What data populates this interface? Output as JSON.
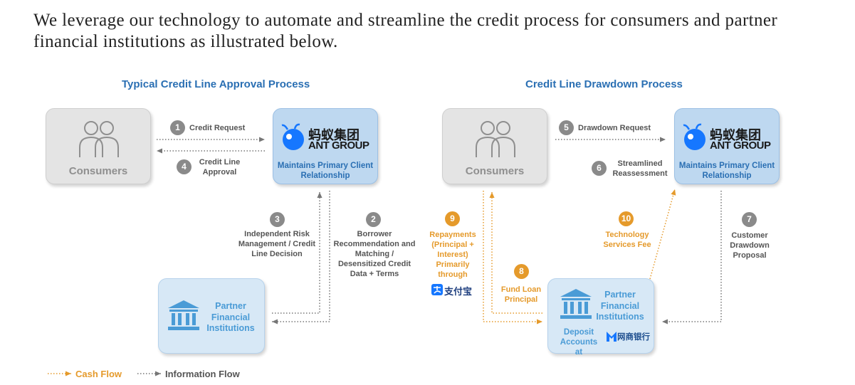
{
  "intro_text": "We leverage our technology to automate and streamline the credit process for consumers and partner financial institutions as illustrated below.",
  "left": {
    "title": "Typical Credit Line Approval Process",
    "consumers_label": "Consumers",
    "ant_cn": "蚂蚁集团",
    "ant_en": "ANT GROUP",
    "ant_sub": "Maintains Primary Client Relationship",
    "partner_label": "Partner Financial Institutions",
    "steps": [
      {
        "num": "1",
        "label": "Credit Request"
      },
      {
        "num": "4",
        "label": "Credit Line Approval"
      },
      {
        "num": "3",
        "label": "Independent Risk Management / Credit Line Decision"
      },
      {
        "num": "2",
        "label": "Borrower Recommendation and Matching / Desensitized Credit Data + Terms"
      }
    ]
  },
  "right": {
    "title": "Credit Line Drawdown Process",
    "consumers_label": "Consumers",
    "ant_cn": "蚂蚁集团",
    "ant_en": "ANT GROUP",
    "ant_sub": "Maintains Primary Client Relationship",
    "partner_label": "Partner Financial Institutions",
    "deposit_label": "Deposit Accounts at",
    "mybank_label": "网商银行",
    "alipay_label": "支付宝",
    "steps": [
      {
        "num": "5",
        "label": "Drawdown Request"
      },
      {
        "num": "6",
        "label": "Streamlined Reassessment"
      },
      {
        "num": "7",
        "label": "Customer Drawdown Proposal"
      },
      {
        "num": "8",
        "label": "Fund Loan Principal"
      },
      {
        "num": "9",
        "label": "Repayments (Principal + Interest) Primarily through"
      },
      {
        "num": "10",
        "label": "Technology Services Fee"
      }
    ]
  },
  "legend": {
    "cash_flow": "Cash Flow",
    "info_flow": "Information Flow"
  },
  "colors": {
    "title_blue": "#2a6fb3",
    "ant_box": "#bed8f0",
    "partner_box": "#d7e8f6",
    "consumer_box": "#e4e4e4",
    "cash_orange": "#e59a2b",
    "info_gray": "#8a8a8a"
  }
}
